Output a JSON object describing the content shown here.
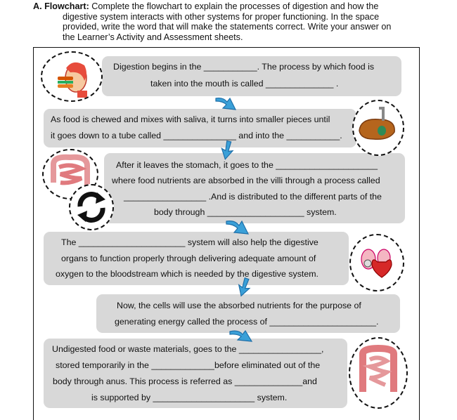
{
  "header": {
    "label": "A. Flowchart:",
    "text_line1": "Complete the flowchart to explain the processes of digestion and how the",
    "text_lines": [
      "digestive system interacts with other systems for proper functioning. In the space",
      "provided, write the word that will make the statements correct. Write your answer on",
      "the Learner’s Activity and Assessment sheets."
    ]
  },
  "boxes": [
    {
      "lines": [
        "Digestion begins in the ___________.  The process by which food is",
        "taken into the mouth is called ______________ ."
      ]
    },
    {
      "lines": [
        "As food is chewed and mixes with saliva, it turns into smaller pieces until",
        "it goes down to a tube called _______________ and into the ___________."
      ]
    },
    {
      "lines": [
        "After it leaves the stomach, it goes to the _____________________",
        "where food nutrients are absorbed in the villi through a process called",
        "_________________ .And is distributed to the different parts of the",
        "body through ____________________ system."
      ]
    },
    {
      "lines": [
        "The ______________________ system will also help the digestive",
        "organs to function properly through delivering adequate amount of",
        "oxygen to the bloodstream which is needed by the digestive system."
      ]
    },
    {
      "lines": [
        "Now, the cells will use the absorbed nutrients for the purpose of",
        "generating energy called the process of ______________________."
      ]
    },
    {
      "lines": [
        "Undigested food or waste materials, goes to the _________________,",
        "stored temporarily in the _____________before eliminated out of the",
        "body through anus. This process is referred as ______________and",
        "is supported by _____________________ system."
      ]
    }
  ],
  "icons": [
    "eating-person-icon",
    "liver-stomach-icon",
    "intestine-icon",
    "cycle-arrows-icon",
    "heart-lungs-icon",
    "large-intestine-icon"
  ],
  "colors": {
    "box": "#d8d8d8",
    "arrow": "#3aa0d8",
    "arrow_dark": "#1f6fa8"
  }
}
